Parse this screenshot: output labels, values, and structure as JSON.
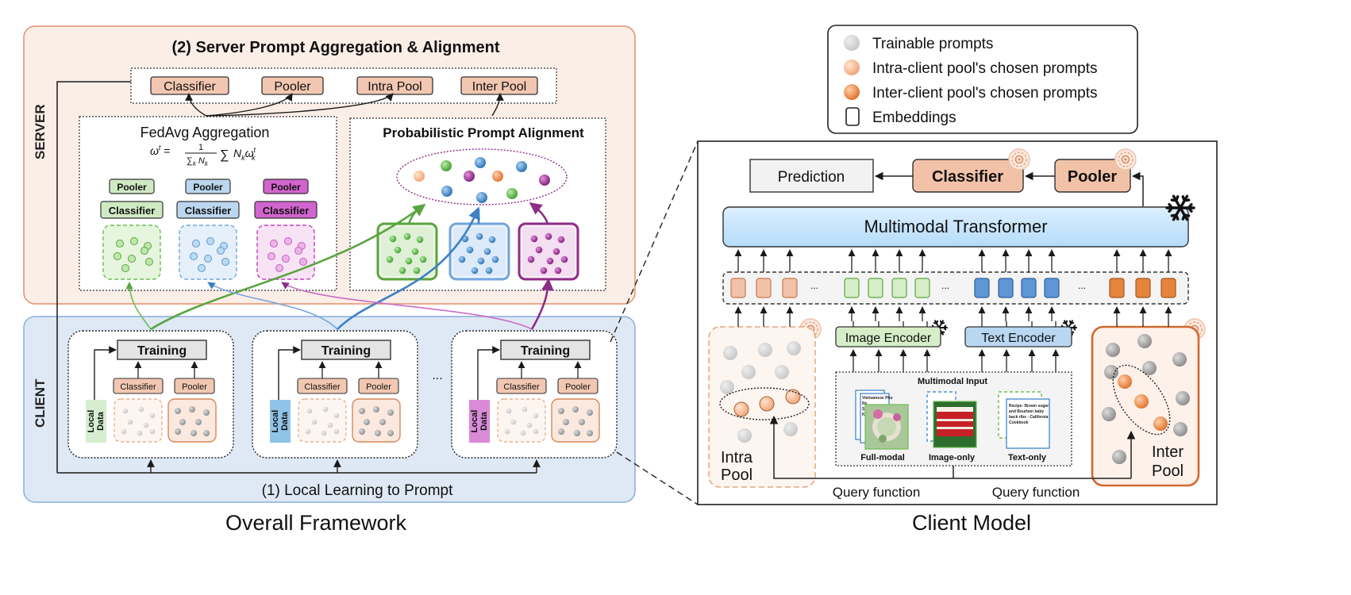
{
  "titles": {
    "overall": "Overall Framework",
    "client_model": "Client Model"
  },
  "server": {
    "side_label": "SERVER",
    "heading": "(2) Server Prompt Aggregation & Alignment",
    "top_boxes": [
      "Classifier",
      "Pooler",
      "Intra Pool",
      "Inter Pool"
    ],
    "fedavg": {
      "title": "FedAvg Aggregation",
      "formula": {
        "lhs": "ω",
        "lhs_sup": "t",
        "equals": " = ",
        "numerator": "1",
        "denominator": "∑",
        "denominator_sub": "k",
        "denominator_var": " N",
        "denominator_var_sub": "k",
        "sum": "∑",
        "rhs_var": "N",
        "rhs_var_sub": "k",
        "rhs_omega": "ω",
        "rhs_omega_sub": "k",
        "rhs_omega_sup": "t"
      },
      "pooler_label": "Pooler",
      "classifier_label": "Classifier"
    },
    "alignment": {
      "title": "Probabilistic Prompt Alignment"
    }
  },
  "client": {
    "side_label": "CLIENT",
    "heading": "(1) Local Learning to Prompt",
    "training_label": "Training",
    "classifier_label": "Classifier",
    "pooler_label": "Pooler",
    "local_data_label": [
      "Local",
      "Data"
    ],
    "ellipsis": "..."
  },
  "legend": {
    "items": [
      {
        "label": "Trainable prompts",
        "color": "#c8c8c8"
      },
      {
        "label": "Intra-client pool's chosen prompts",
        "color": "#f2b894"
      },
      {
        "label": "Inter-client pool's chosen prompts",
        "color": "#e9823e"
      },
      {
        "label": "Embeddings",
        "color": "#ffffff"
      }
    ]
  },
  "model": {
    "prediction": "Prediction",
    "classifier": "Classifier",
    "pooler": "Pooler",
    "transformer": "Multimodal Transformer",
    "image_encoder": "Image Encoder",
    "text_encoder": "Text Encoder",
    "multimodal_input": "Multimodal Input",
    "inputs": [
      "Full-modal",
      "Image-only",
      "Text-only"
    ],
    "card_text_full": [
      "Vietnamese Pho",
      "Re",
      "Sc",
      "K"
    ],
    "card_text_recipe": [
      "Recipe: Brown sugar",
      "and Bourbon baby",
      "back ribs - California",
      "Cookbook"
    ],
    "intra_pool": [
      "Intra",
      "Pool"
    ],
    "inter_pool": [
      "Inter",
      "Pool"
    ],
    "query_function": "Query function",
    "dots": "..."
  },
  "colors": {
    "server_bg": "#fbeee7",
    "server_border": "#e58f6a",
    "client_bg": "#dfe9f5",
    "client_border": "#88aede",
    "salmon": "#f2c7b1",
    "green": "#6ebb55",
    "blue": "#4d90cf",
    "purple": "#9b2f91",
    "magenta": "#c23fbf"
  }
}
